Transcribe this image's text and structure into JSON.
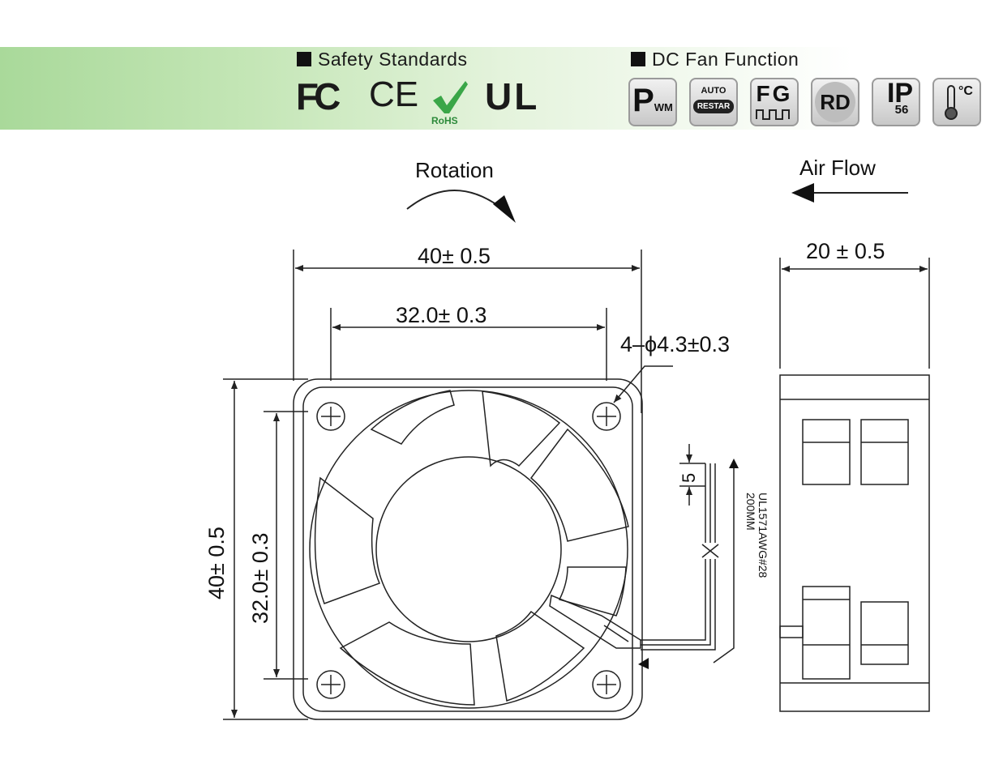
{
  "header": {
    "safety_title": "Safety Standards",
    "function_title": "DC Fan Function"
  },
  "certifications": [
    {
      "name": "fcc-logo",
      "text": "FC"
    },
    {
      "name": "ce-logo",
      "text": "CE"
    },
    {
      "name": "rohs-logo",
      "text": "RoHS"
    },
    {
      "name": "ul-logo",
      "text": "UL"
    }
  ],
  "functions": [
    {
      "name": "pwm-icon",
      "main": "P",
      "sub": "WM"
    },
    {
      "name": "auto-restart-icon",
      "main": "AUTO",
      "sub": "RESTAR"
    },
    {
      "name": "fg-icon",
      "main": "FG",
      "sub": ""
    },
    {
      "name": "rd-icon",
      "main": "RD",
      "sub": ""
    },
    {
      "name": "ip56-icon",
      "main": "IP",
      "sub": "56"
    },
    {
      "name": "temperature-icon",
      "main": "°C",
      "sub": ""
    }
  ],
  "labels": {
    "rotation": "Rotation",
    "air_flow": "Air Flow",
    "width_outer": "40± 0.5",
    "width_inner": "32.0± 0.3",
    "height_outer": "40± 0.5",
    "height_inner": "32.0± 0.3",
    "holes": "4–ϕ4.3±0.3",
    "depth": "20 ± 0.5",
    "wire_gap": "5",
    "wire_spec_1": "UL1571AWG#28",
    "wire_spec_2": "200MM"
  },
  "colors": {
    "line": "#222222",
    "rohs_green": "#2c8a3a",
    "banner_green": "#a9d99a"
  }
}
